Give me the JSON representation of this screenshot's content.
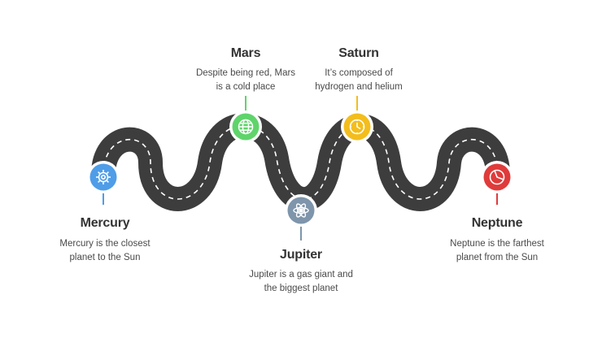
{
  "planets": [
    {
      "id": "mercury",
      "title": "Mercury",
      "desc_lines": [
        "Mercury is the closest",
        "planet to the Sun"
      ],
      "color": "#4f9de8",
      "icon": "gear-icon"
    },
    {
      "id": "mars",
      "title": "Mars",
      "desc_lines": [
        "Despite being red, Mars",
        "is a cold place"
      ],
      "color": "#5fd46b",
      "icon": "globe-icon"
    },
    {
      "id": "jupiter",
      "title": "Jupiter",
      "desc_lines": [
        "Jupiter is a gas giant and",
        "the biggest planet"
      ],
      "color": "#7e95ab",
      "icon": "atom-icon"
    },
    {
      "id": "saturn",
      "title": "Saturn",
      "desc_lines": [
        "It’s composed of",
        "hydrogen and helium"
      ],
      "color": "#f3bd1c",
      "icon": "clock-icon"
    },
    {
      "id": "neptune",
      "title": "Neptune",
      "desc_lines": [
        "Neptune is the farthest",
        "planet from the Sun"
      ],
      "color": "#e03b3b",
      "icon": "pie-chart-icon"
    }
  ],
  "colors": {
    "road": "#3d3d3d",
    "road_dash": "#ffffff",
    "text_title": "#333333",
    "text_body": "#4a4a4a"
  }
}
